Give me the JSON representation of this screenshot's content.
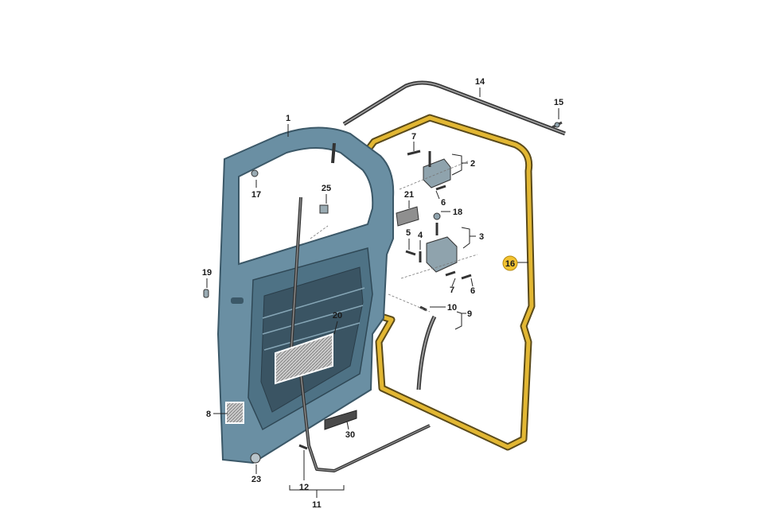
{
  "colors": {
    "door_fill": "#6a8fa3",
    "door_stroke": "#3b5868",
    "door_inner": "#4e7285",
    "trim_dark": "#3a3a3a",
    "seal_yellow": "#e2b733",
    "seal_dark": "#5a4a1a",
    "hardware": "#8fa3ad",
    "highlight": "#f2c230"
  },
  "labels": {
    "p1": "1",
    "p2": "2",
    "p3": "3",
    "p4": "4",
    "p5": "5",
    "p6a": "6",
    "p6b": "6",
    "p7a": "7",
    "p7b": "7",
    "p8": "8",
    "p9": "9",
    "p10": "10",
    "p11": "11",
    "p12": "12",
    "p14": "14",
    "p15": "15",
    "p16": "16",
    "p17": "17",
    "p18": "18",
    "p19": "19",
    "p20": "20",
    "p21": "21",
    "p23": "23",
    "p25": "25",
    "p30": "30"
  },
  "highlighted_part": "16"
}
